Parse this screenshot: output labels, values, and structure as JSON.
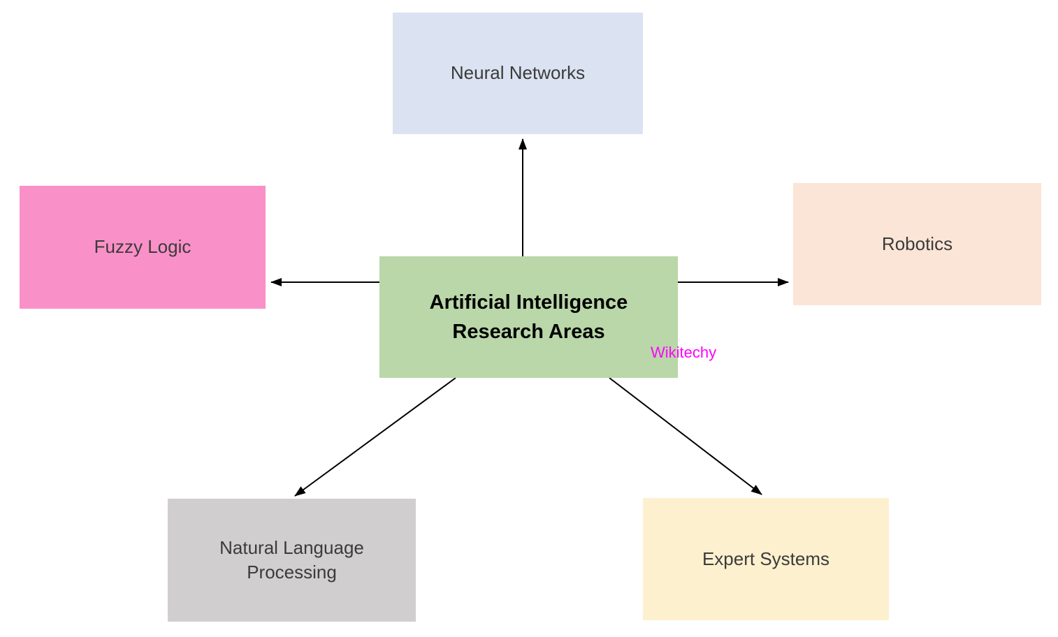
{
  "diagram": {
    "center": {
      "label": "Artificial Intelligence Research Areas",
      "color": "#b9d7a8",
      "text_color": "#000000"
    },
    "nodes": [
      {
        "id": "neural-networks",
        "label": "Neural Networks",
        "color": "#dbe2f1"
      },
      {
        "id": "fuzzy-logic",
        "label": "Fuzzy Logic",
        "color": "#fa90c8"
      },
      {
        "id": "robotics",
        "label": "Robotics",
        "color": "#fbe5d6"
      },
      {
        "id": "natural-language-processing",
        "label": "Natural Language Processing",
        "color": "#d0cece"
      },
      {
        "id": "expert-systems",
        "label": "Expert Systems",
        "color": "#fdf0ce"
      }
    ],
    "watermark": {
      "text": "Wikitechy",
      "color": "#ff00ff"
    },
    "arrow_color": "#000000"
  }
}
